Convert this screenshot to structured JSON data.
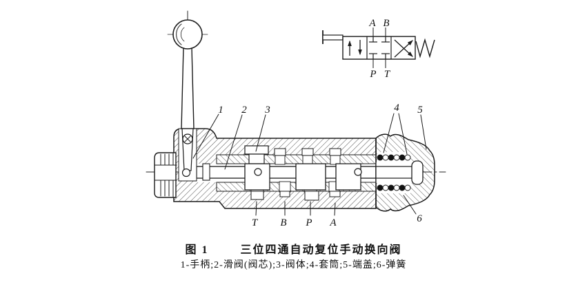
{
  "figure": {
    "caption_label": "图 1",
    "caption_title": "三位四通自动复位手动换向阀",
    "legend": "1-手柄;2-滑阀(阀芯);3-阀体;4-套筒;5-端盖;6-弹簧"
  },
  "section_view": {
    "part_labels": {
      "handle": "1",
      "spool": "2",
      "body": "3",
      "sleeve": "4",
      "end_cap": "5",
      "spring": "6"
    },
    "port_labels": {
      "t": "T",
      "b": "B",
      "p": "P",
      "a": "A"
    }
  },
  "symbol_view": {
    "top_ports": {
      "a": "A",
      "b": "B"
    },
    "bottom_ports": {
      "p": "P",
      "t": "T"
    }
  },
  "colors": {
    "line": "#1a1a1a",
    "paper": "#ffffff"
  }
}
